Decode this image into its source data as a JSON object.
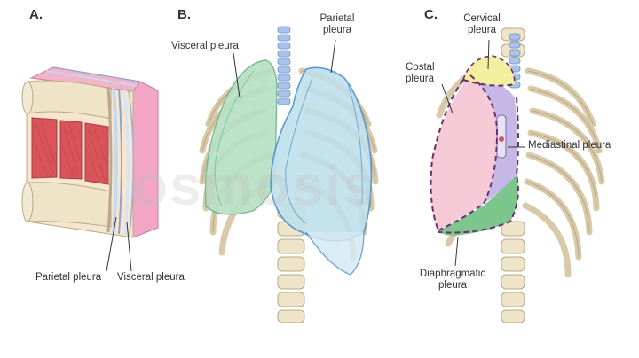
{
  "panels": {
    "a": "A.",
    "b": "B.",
    "c": "C."
  },
  "labels": {
    "a_parietal": "Parietal pleura",
    "a_visceral": "Visceral pleura",
    "b_visceral": "Visceral pleura",
    "b_parietal_line1": "Parietal",
    "b_parietal_line2": "pleura",
    "c_cervical_line1": "Cervical",
    "c_cervical_line2": "pleura",
    "c_costal_line1": "Costal",
    "c_costal_line2": "pleura",
    "c_mediastinal": "Mediastinal pleura",
    "c_diaphragmatic_line1": "Diaphragmatic",
    "c_diaphragmatic_line2": "pleura"
  },
  "watermark": "osmosis",
  "colors": {
    "muscle": "#d9545a",
    "block_side": "#f0a6c0",
    "bone": "#efe3c8",
    "bone_stroke": "#b9a98a",
    "visceral_green": "#b7e0c3",
    "parietal_blue": "#bfe0ea",
    "trachea": "#a9c3ea",
    "costal_pink": "#f6c9d6",
    "mediastinal_purple": "#c5b8e6",
    "cervical_yellow": "#f2ef9e",
    "diaphragmatic_green": "#7cc68e",
    "dash_purple": "#6b2e6e"
  }
}
